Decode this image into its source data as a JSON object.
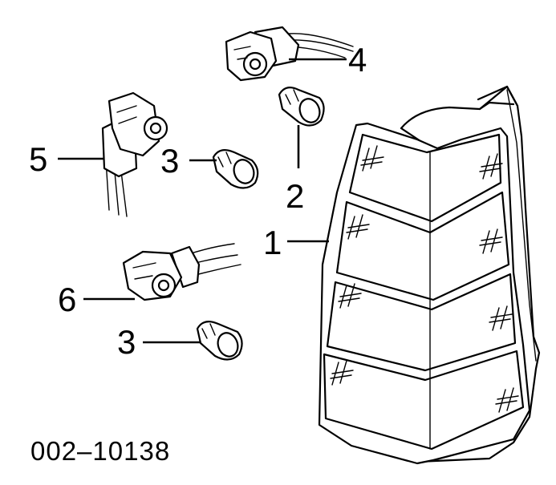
{
  "diagram": {
    "part_number": "002–10138",
    "callouts": [
      {
        "id": "c1",
        "text": "1"
      },
      {
        "id": "c2",
        "text": "2"
      },
      {
        "id": "c3a",
        "text": "3"
      },
      {
        "id": "c3b",
        "text": "3"
      },
      {
        "id": "c4",
        "text": "4"
      },
      {
        "id": "c5",
        "text": "5"
      },
      {
        "id": "c6",
        "text": "6"
      }
    ]
  }
}
